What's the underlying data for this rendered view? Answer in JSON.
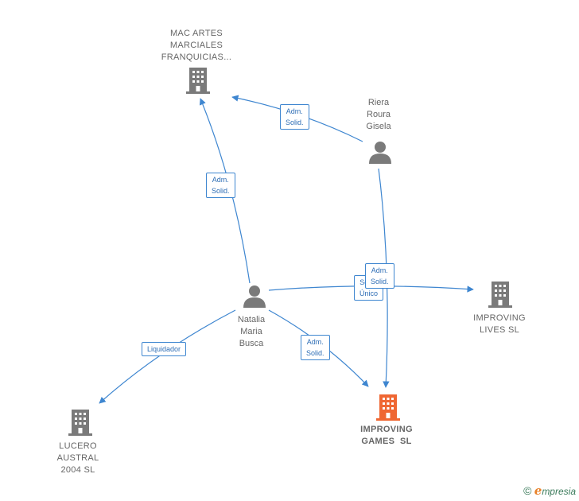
{
  "colors": {
    "edge": "#3e86d0",
    "person": "#7a7a7a",
    "company": "#7a7a7a",
    "main_company": "#ef6733"
  },
  "nodes": {
    "mac_artes": {
      "label_lines": [
        "MAC ARTES",
        "MARCIALES",
        "FRANQUICIAS..."
      ],
      "icon": "building-icon"
    },
    "riera": {
      "label_lines": [
        "Riera",
        "Roura",
        "Gisela"
      ],
      "icon": "person-icon"
    },
    "natalia": {
      "label_lines": [
        "Natalia",
        "Maria",
        "Busca"
      ],
      "icon": "person-icon"
    },
    "improving_lives": {
      "label_lines": [
        "IMPROVING",
        "LIVES SL"
      ],
      "icon": "building-icon"
    },
    "improving_games": {
      "label_lines": [
        "IMPROVING",
        "GAMES  SL"
      ],
      "icon": "building-icon"
    },
    "lucero": {
      "label_lines": [
        "LUCERO",
        "AUSTRAL",
        "2004 SL"
      ],
      "icon": "building-icon"
    }
  },
  "edges": {
    "riera_mac": [
      "Adm.",
      "Solid."
    ],
    "natalia_mac": [
      "Adm.",
      "Solid."
    ],
    "natalia_lives": [
      "Socio",
      "Único"
    ],
    "riera_games": [
      "Adm.",
      "Solid."
    ],
    "natalia_games": [
      "Adm.",
      "Solid."
    ],
    "natalia_lucero": [
      "Liquidador"
    ]
  },
  "footer": {
    "copyright_symbol": "©",
    "brand_initial": "e",
    "brand_rest": "mpresia"
  }
}
